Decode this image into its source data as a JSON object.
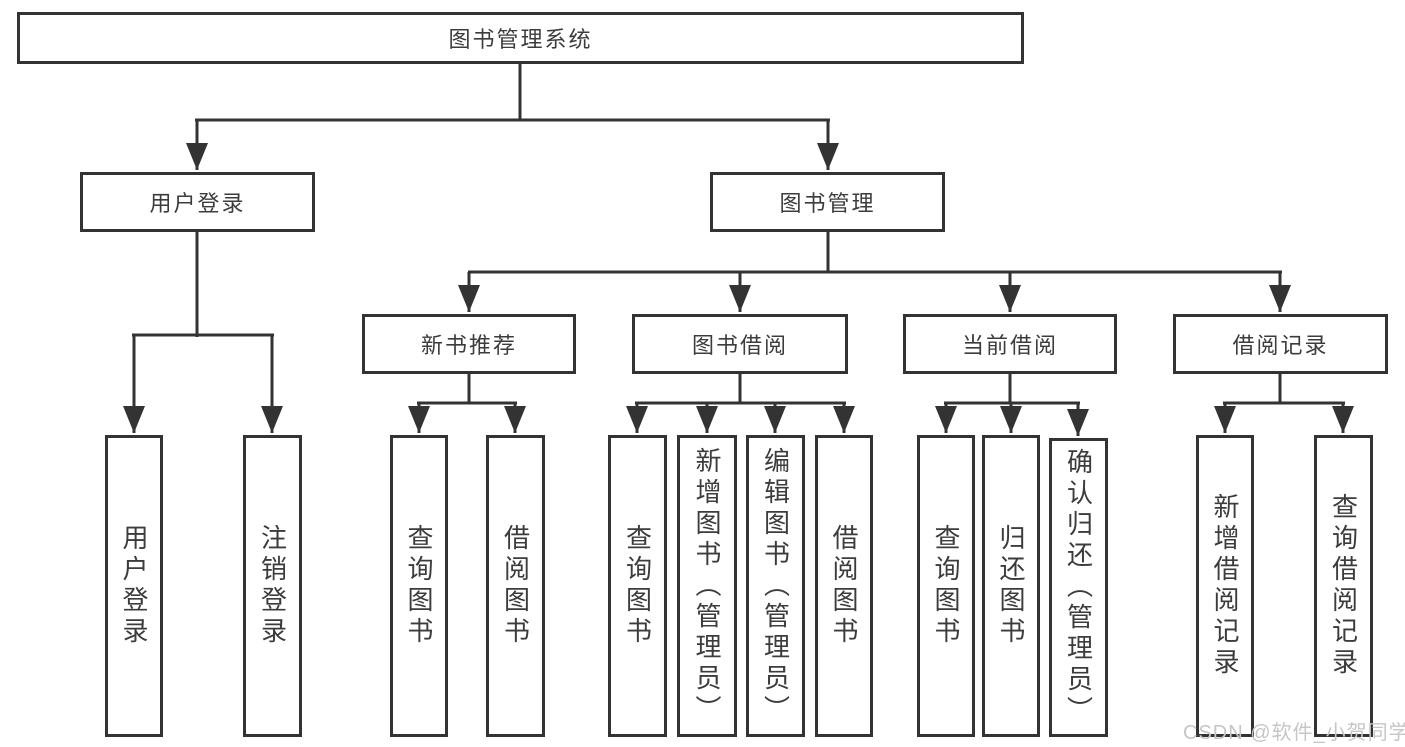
{
  "title": {
    "root": "图书管理系统"
  },
  "level2": [
    {
      "label": "用户登录"
    },
    {
      "label": "图书管理"
    }
  ],
  "level3": [
    {
      "label": "新书推荐"
    },
    {
      "label": "图书借阅"
    },
    {
      "label": "当前借阅"
    },
    {
      "label": "借阅记录"
    }
  ],
  "leaves": {
    "user_login_group": [
      "用户登录",
      "注销登录"
    ],
    "new_book_group": [
      "查询图书",
      "借阅图书"
    ],
    "book_borrow_group": [
      "查询图书",
      "新增图书（管理员）",
      "编辑图书（管理员）",
      "借阅图书"
    ],
    "current_borrow_group": [
      "查询图书",
      "归还图书",
      "确认归还（管理员）"
    ],
    "record_group": [
      "新增借阅记录",
      "查询借阅记录"
    ]
  },
  "watermark": "CSDN @软件_小贺同学",
  "colors": {
    "line": "#333333",
    "text": "#3c3c3c",
    "background": "#ffffff",
    "watermark": "#c6c6c6"
  }
}
